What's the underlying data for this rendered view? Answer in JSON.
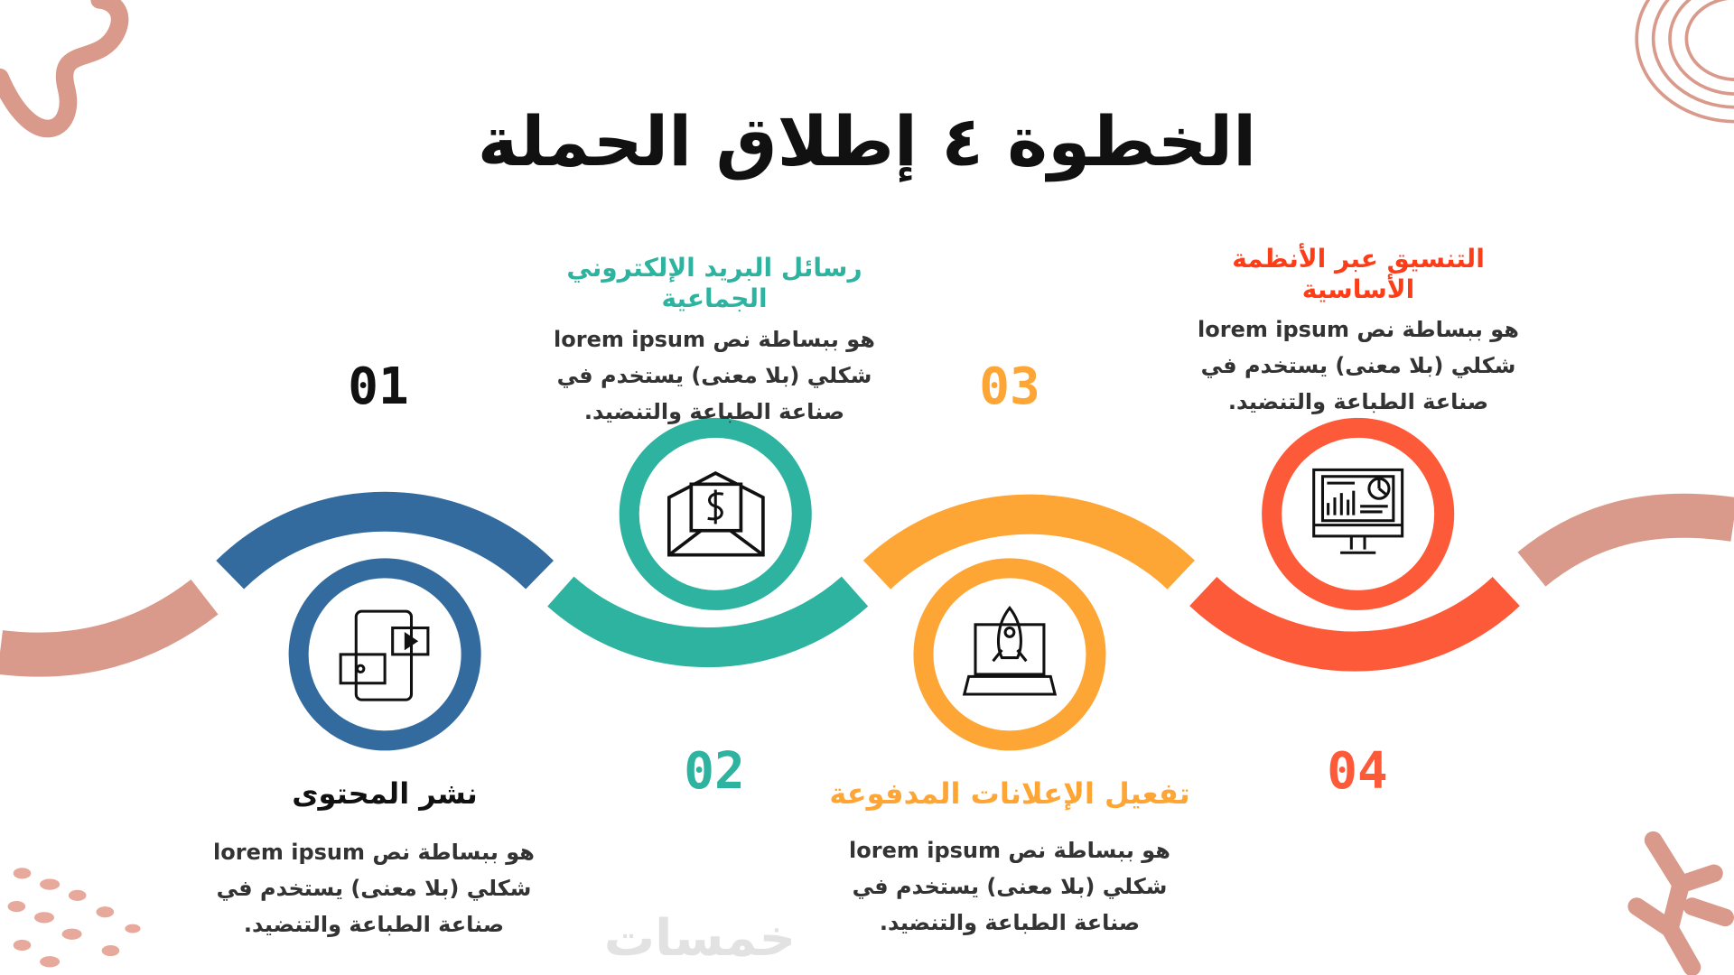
{
  "title": "الخطوة ٤   إطلاق الحملة",
  "colors": {
    "blue": "#336b9f",
    "teal": "#2db39f",
    "orange": "#fda535",
    "red": "#fc5a38",
    "pink": "#d99a8b"
  },
  "steps": [
    {
      "number": "01",
      "heading": "نشر المحتوى",
      "body": [
        "هو ببساطة نص lorem ipsum",
        "شكلي (بلا معنى) يستخدم في",
        "صناعة الطباعة والتنضيد."
      ],
      "icon": "mobile-video-icon"
    },
    {
      "number": "02",
      "heading_lines": [
        "رسائل البريد الإلكتروني",
        "الجماعية"
      ],
      "body": [
        "هو ببساطة نص lorem ipsum",
        "شكلي (بلا معنى) يستخدم في",
        "صناعة الطباعة والتنضيد."
      ],
      "icon": "money-envelope-icon"
    },
    {
      "number": "03",
      "heading": "تفعيل الإعلانات المدفوعة",
      "body": [
        "هو ببساطة نص lorem ipsum",
        "شكلي (بلا معنى) يستخدم في",
        "صناعة الطباعة والتنضيد."
      ],
      "icon": "rocket-laptop-icon"
    },
    {
      "number": "04",
      "heading_lines": [
        "التنسيق عبر الأنظمة",
        "الأساسية"
      ],
      "body": [
        "هو ببساطة نص lorem ipsum",
        "شكلي (بلا معنى) يستخدم في",
        "صناعة الطباعة والتنضيد."
      ],
      "icon": "monitor-analytics-icon"
    }
  ],
  "watermark": "خمسات"
}
